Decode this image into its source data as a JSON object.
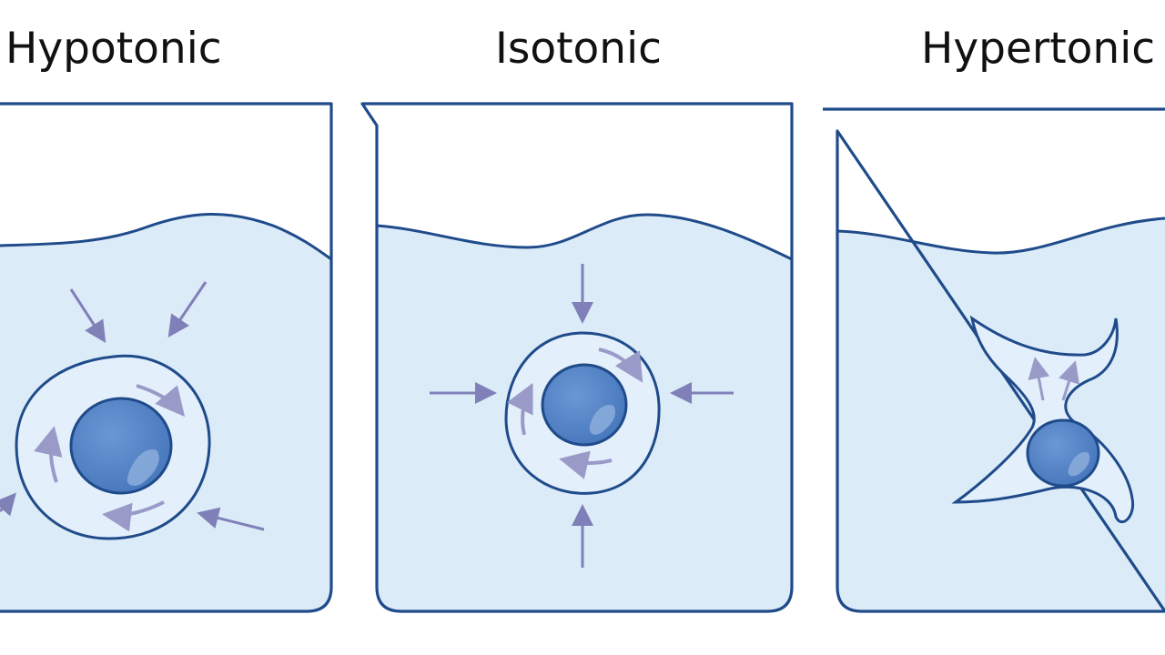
{
  "panels": [
    {
      "id": "hypotonic",
      "title": "Hypotonic"
    },
    {
      "id": "isotonic",
      "title": "Isotonic"
    },
    {
      "id": "hypertonic",
      "title": "Hypertonic"
    }
  ],
  "colors": {
    "outline": "#1f4b8a",
    "solution": "#dcebf8",
    "cell_membrane": "#1f4b8a",
    "nucleus": "#4f80c4",
    "arrows": "#8080b8"
  }
}
